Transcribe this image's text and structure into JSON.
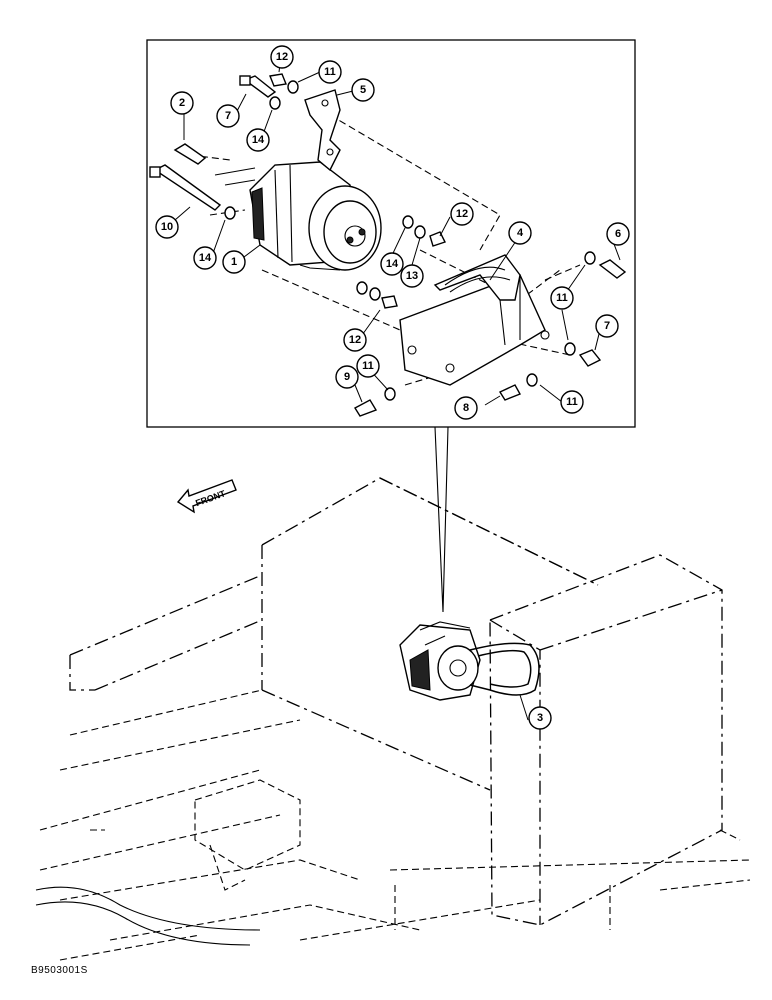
{
  "drawing_code": "B9503001S",
  "front_label": "FRONT",
  "callouts": {
    "c1": "1",
    "c2": "2",
    "c3": "3",
    "c4": "4",
    "c5": "5",
    "c6": "6",
    "c7a": "7",
    "c7b": "7",
    "c8": "8",
    "c9": "9",
    "c10": "10",
    "c11a": "11",
    "c11b": "11",
    "c11c": "11",
    "c11d": "11",
    "c12a": "12",
    "c12b": "12",
    "c12c": "12",
    "c13": "13",
    "c14a": "14",
    "c14b": "14",
    "c14c": "14"
  }
}
